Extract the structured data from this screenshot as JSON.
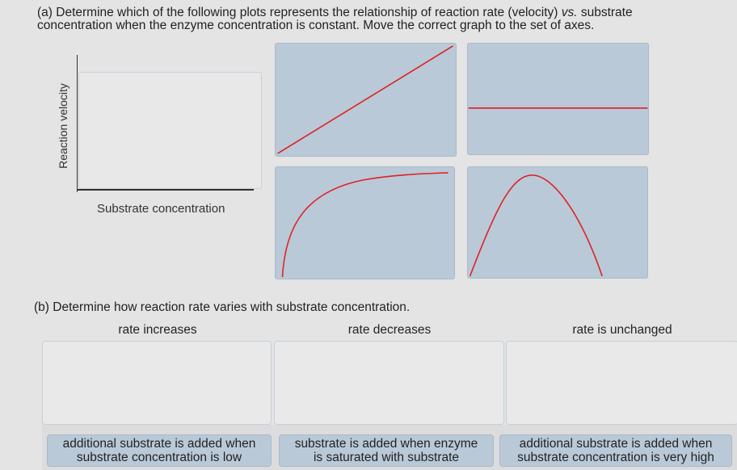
{
  "part_a": {
    "prompt_start": "(a) Determine which of the following plots represents the relationship of reaction rate (velocity) ",
    "prompt_em": "vs.",
    "prompt_end": " substrate concentration when the enzyme concentration is constant. Move the correct graph to the set of axes.",
    "ylabel": "Reaction velocity",
    "xlabel": "Substrate concentration",
    "graph_options": [
      {
        "shape": "linear-increasing"
      },
      {
        "shape": "constant"
      },
      {
        "shape": "saturation-curve"
      },
      {
        "shape": "bell-curve"
      }
    ],
    "line_color": "#e02020",
    "tile_color": "#b9c9d8"
  },
  "part_b": {
    "prompt": "(b) Determine how reaction rate varies with substrate concentration.",
    "categories": [
      "rate increases",
      "rate decreases",
      "rate is unchanged"
    ],
    "tokens": [
      {
        "line1": "additional substrate is added when",
        "line2": "substrate concentration is low"
      },
      {
        "line1": "substrate is added when enzyme",
        "line2": "is saturated with substrate"
      },
      {
        "line1": "additional substrate is added when",
        "line2": "substrate concentration is very high"
      }
    ]
  }
}
